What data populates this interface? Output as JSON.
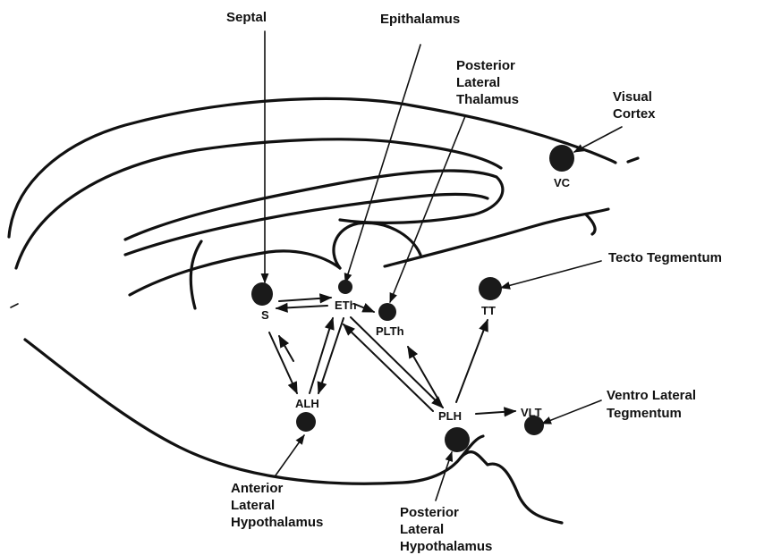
{
  "labels": {
    "septal": "Septal",
    "epithalamus": "Epithalamus",
    "plt_line1": "Posterior",
    "plt_line2": "Lateral",
    "plt_line3": "Thalamus",
    "vc_line1": "Visual",
    "vc_line2": "Cortex",
    "tt_full": "Tecto Tegmentum",
    "vlt_line1": "Ventro Lateral",
    "vlt_line2": "Tegmentum",
    "alh_line1": "Anterior",
    "alh_line2": "Lateral",
    "alh_line3": "Hypothalamus",
    "plh_line1": "Posterior",
    "plh_line2": "Lateral",
    "plh_line3": "Hypothalamus"
  },
  "abbreviations": {
    "vc": "VC",
    "s": "S",
    "eth": "ETh",
    "plth": "PLTh",
    "tt": "TT",
    "alh": "ALH",
    "plh": "PLH",
    "vlt": "VLT"
  },
  "connections": [
    {
      "from": "S",
      "to": "ETh"
    },
    {
      "from": "ETh",
      "to": "S"
    },
    {
      "from": "ETh",
      "to": "PLTh"
    },
    {
      "from": "S",
      "to": "ALH"
    },
    {
      "from": "ALH",
      "to": "S"
    },
    {
      "from": "ALH",
      "to": "ETh"
    },
    {
      "from": "ETh",
      "to": "ALH"
    },
    {
      "from": "ETh",
      "to": "PLH"
    },
    {
      "from": "PLH",
      "to": "ETh"
    },
    {
      "from": "PLH",
      "to": "PLTh"
    },
    {
      "from": "PLH",
      "to": "TT"
    },
    {
      "from": "PLH",
      "to": "VLT"
    }
  ]
}
